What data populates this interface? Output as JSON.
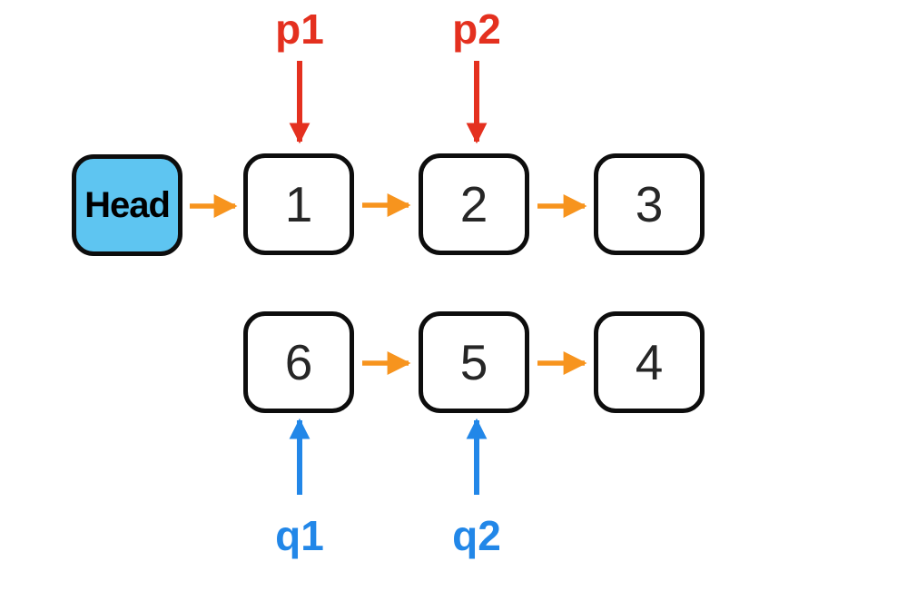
{
  "colors": {
    "background": "#ffffff",
    "node-fill": "#ffffff",
    "head-fill": "#5ec5f1",
    "node-border": "#0d0d0d",
    "node-text": "#262626",
    "link-orange": "#f7941e",
    "pointer-red": "#e4301f",
    "pointer-blue": "#2287e8"
  },
  "nodes": {
    "head": {
      "label": "Head"
    },
    "top": [
      {
        "label": "1"
      },
      {
        "label": "2"
      },
      {
        "label": "3"
      }
    ],
    "bottom": [
      {
        "label": "6"
      },
      {
        "label": "5"
      },
      {
        "label": "4"
      }
    ]
  },
  "edges": [
    {
      "from": "Head",
      "to": "1"
    },
    {
      "from": "1",
      "to": "2"
    },
    {
      "from": "2",
      "to": "3"
    },
    {
      "from": "6",
      "to": "5"
    },
    {
      "from": "5",
      "to": "4"
    }
  ],
  "pointers": {
    "p1": {
      "label": "p1",
      "target": "1",
      "direction": "down"
    },
    "p2": {
      "label": "p2",
      "target": "2",
      "direction": "down"
    },
    "q1": {
      "label": "q1",
      "target": "6",
      "direction": "up"
    },
    "q2": {
      "label": "q2",
      "target": "5",
      "direction": "up"
    }
  }
}
